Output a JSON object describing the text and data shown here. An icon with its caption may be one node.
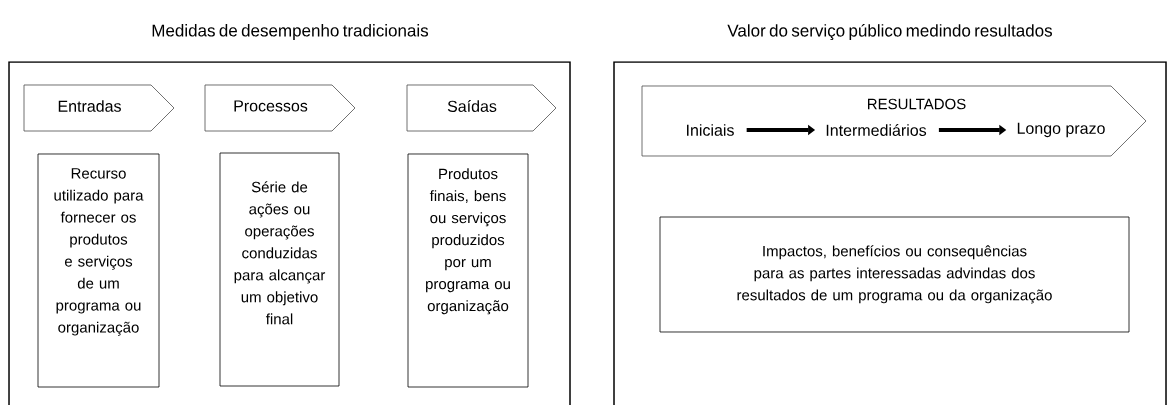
{
  "diagram": {
    "nodes": [
      {
        "text": [
          "Medidas de desempenho tradicionais"
        ]
      },
      {
        "text": [
          "Entradas"
        ],
        "in": 0
      },
      {
        "text": [
          "Processos"
        ],
        "in": 0
      },
      {
        "text": [
          "Saídas"
        ],
        "in": 0
      },
      {
        "text": [
          "Recurso utilizado para fornecer os produtos e serviços de um programa ou organização"
        ],
        "in": 0
      },
      {
        "text": [
          "Série de ações ou operações conduzidas para alcançar um objetivo final"
        ],
        "in": 0
      },
      {
        "text": [
          "Produtos finais, bens ou serviços produzidos por um programa ou organização"
        ],
        "in": 0
      },
      {
        "text": [
          "Valor do serviço público medindo resultados"
        ]
      },
      {
        "text": [
          "RESULTADOS"
        ],
        "in": 7
      },
      {
        "text": [
          "Iniciais"
        ],
        "in": 8
      },
      {
        "text": [
          "Intermediários"
        ],
        "in": 8
      },
      {
        "text": [
          "Longo prazo"
        ],
        "in": 8
      },
      {
        "text": [
          "Impactos, benefícios ou consequências para as partes interessadas advindas dos resultados de um programa ou da organização"
        ],
        "in": 7
      }
    ],
    "edges": [
      {
        "from": 9,
        "to": 10,
        "arrow": "to"
      },
      {
        "from": 10,
        "to": 11,
        "arrow": "to"
      }
    ]
  }
}
